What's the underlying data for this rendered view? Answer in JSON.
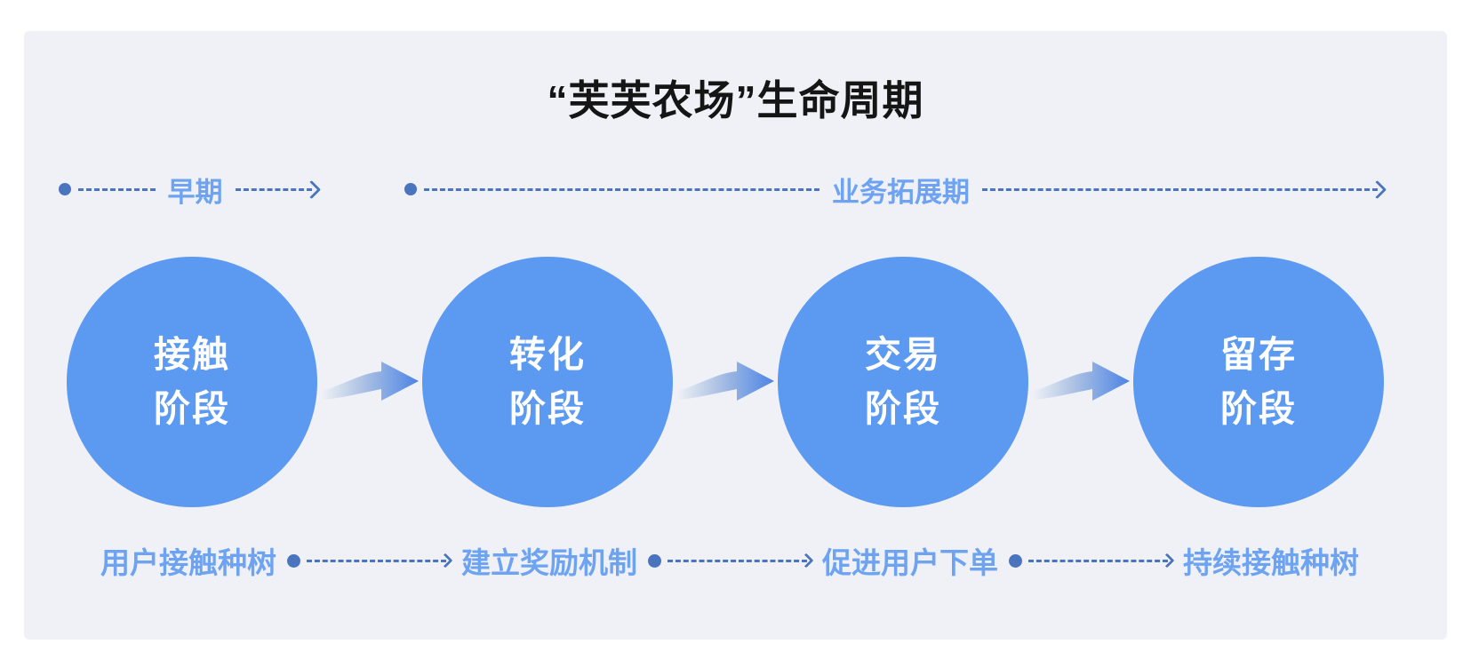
{
  "title": "“芙芙农场”生命周期",
  "timeline": {
    "early_label": "早期",
    "expansion_label": "业务拓展期"
  },
  "stages": [
    {
      "line1": "接触",
      "line2": "阶段",
      "caption": "用户接触种树"
    },
    {
      "line1": "转化",
      "line2": "阶段",
      "caption": "建立奖励机制"
    },
    {
      "line1": "交易",
      "line2": "阶段",
      "caption": "促进用户下单"
    },
    {
      "line1": "留存",
      "line2": "阶段",
      "caption": "持续接触种树"
    }
  ],
  "colors": {
    "panel_bg": "#EFF1F6",
    "circle_fill": "#5B9AF0",
    "label_blue": "#6EA3F2",
    "connector_blue": "#4A74BE",
    "title_color": "#151515",
    "stage_text": "#FFFFFF",
    "arrow_gradient_start": "#EDF0F5",
    "arrow_gradient_mid": "#A8BEE3",
    "arrow_gradient_end": "#4C84E4"
  }
}
